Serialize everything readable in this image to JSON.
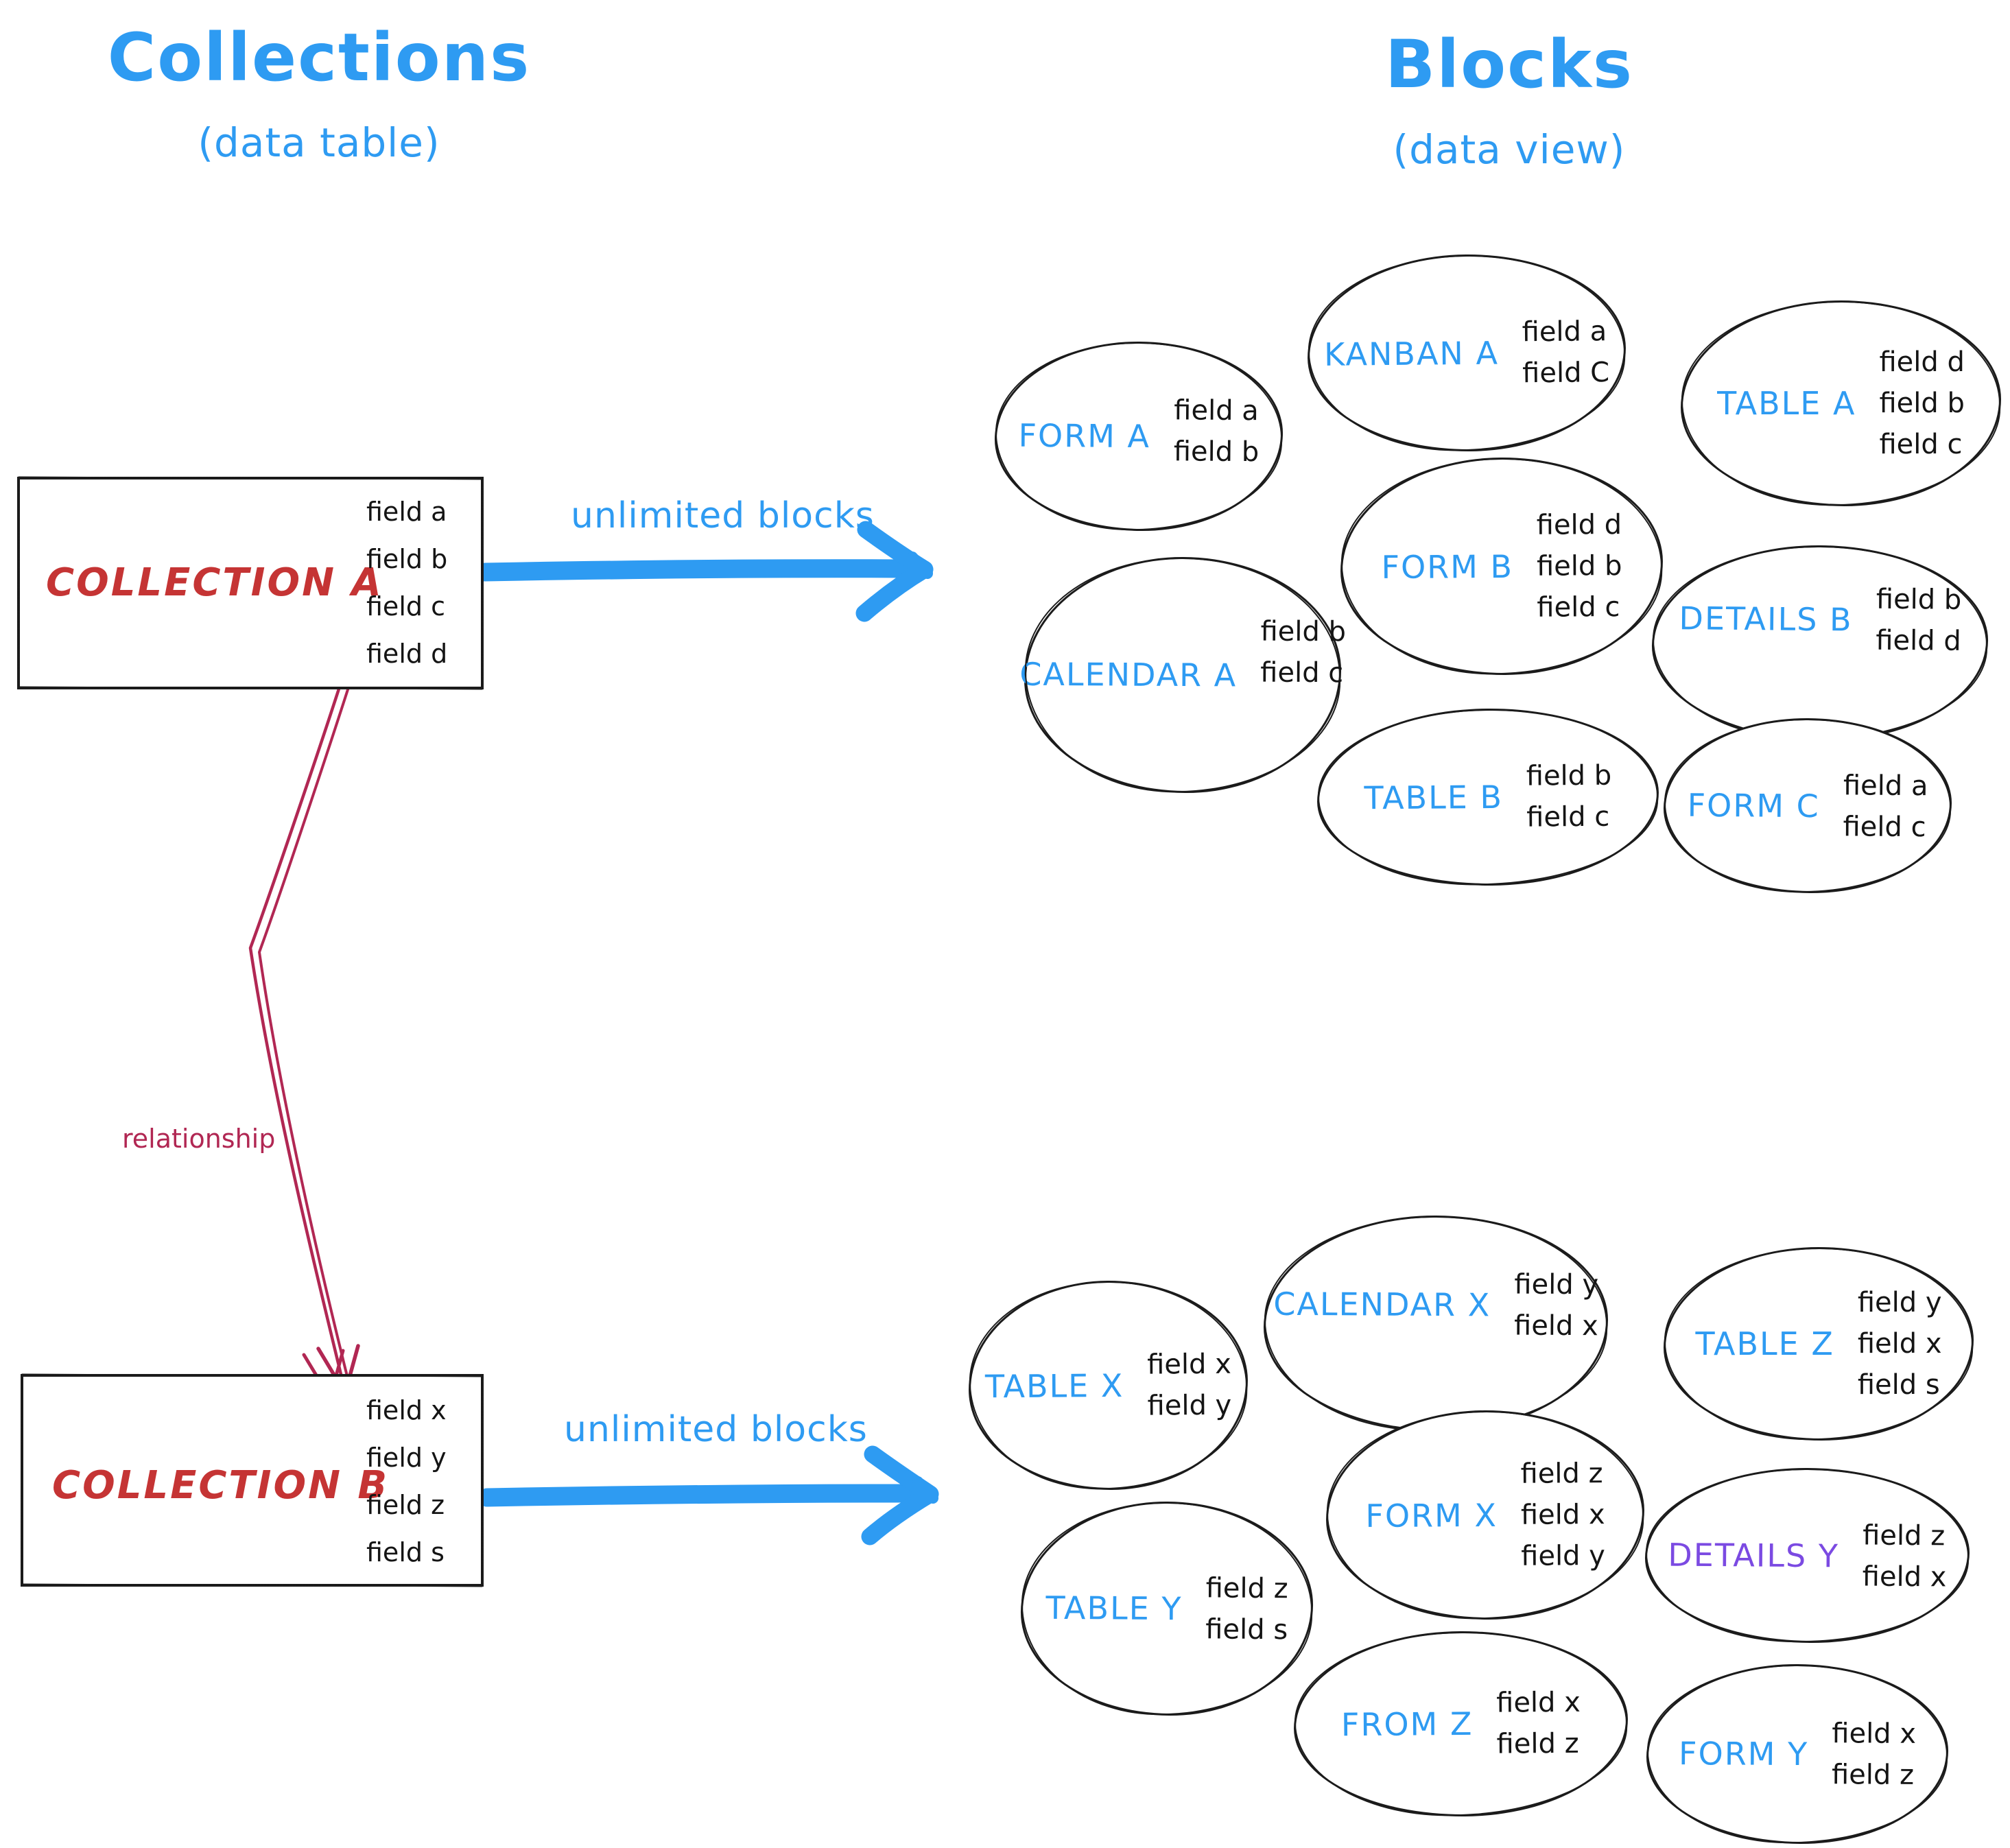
{
  "colors": {
    "accent_blue": "#2e9bf2",
    "collection_red": "#c53434",
    "relationship_crimson": "#b12753",
    "details_purple": "#7b4ae2",
    "ink": "#1b1b1b"
  },
  "left_column": {
    "title": "Collections",
    "subtitle": "(data table)",
    "collections": [
      {
        "label": "COLLECTION A",
        "fields": [
          "field a",
          "field b",
          "field c",
          "field d"
        ]
      },
      {
        "label": "COLLECTION B",
        "fields": [
          "field x",
          "field y",
          "field z",
          "field s"
        ]
      }
    ]
  },
  "right_column": {
    "title": "Blocks",
    "subtitle": "(data view)"
  },
  "arrows": {
    "a_label": "unlimited blocks",
    "b_label": "unlimited blocks",
    "relationship_label": "relationship"
  },
  "blocks_a": [
    {
      "label": "FORM A",
      "fields": [
        "field a",
        "field b"
      ]
    },
    {
      "label": "KANBAN A",
      "fields": [
        "field a",
        "field C"
      ]
    },
    {
      "label": "TABLE A",
      "fields": [
        "field d",
        "field b",
        "field c"
      ]
    },
    {
      "label": "CALENDAR A",
      "fields": [
        "field b",
        "field c"
      ]
    },
    {
      "label": "FORM B",
      "fields": [
        "field d",
        "field b",
        "field c"
      ]
    },
    {
      "label": "DETAILS B",
      "fields": [
        "field b",
        "field d"
      ]
    },
    {
      "label": "TABLE B",
      "fields": [
        "field b",
        "field c"
      ]
    },
    {
      "label": "FORM C",
      "fields": [
        "field a",
        "field c"
      ]
    }
  ],
  "blocks_b": [
    {
      "label": "TABLE X",
      "fields": [
        "field x",
        "field y"
      ]
    },
    {
      "label": "CALENDAR X",
      "fields": [
        "field y",
        "field x"
      ]
    },
    {
      "label": "TABLE Z",
      "fields": [
        "field y",
        "field x",
        "field s"
      ]
    },
    {
      "label": "TABLE Y",
      "fields": [
        "field z",
        "field s"
      ]
    },
    {
      "label": "FORM X",
      "fields": [
        "field z",
        "field x",
        "field y"
      ]
    },
    {
      "label": "DETAILS Y",
      "fields": [
        "field z",
        "field x"
      ]
    },
    {
      "label": "FROM Z",
      "fields": [
        "field x",
        "field z"
      ]
    },
    {
      "label": "FORM Y",
      "fields": [
        "field x",
        "field z"
      ]
    }
  ]
}
